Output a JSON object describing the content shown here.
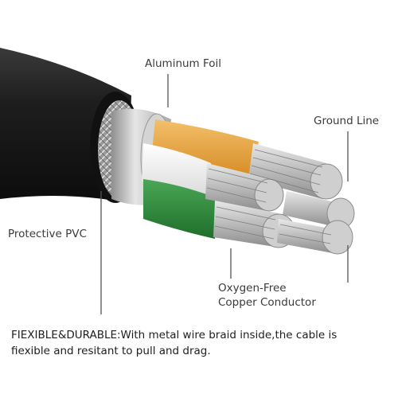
{
  "labels": {
    "aluminum_foil": "Aluminum Foil",
    "ground_line": "Ground Line",
    "protective_pvc": "Protective PVC",
    "oxygen_free_line1": "Oxygen-Free",
    "oxygen_free_line2": "Copper Conductor"
  },
  "caption": {
    "line1": "FIEXIBLE&DURABLE:With metal wire braid inside,the cable is",
    "line2": "fiexible and resitant to pull and drag."
  },
  "colors": {
    "jacket": "#1c1c1c",
    "foil": "#c8c8c8",
    "wire_orange": "#e9a23b",
    "wire_white": "#f2f2f2",
    "wire_green": "#2f8d3c",
    "conductor": "#b8b8b8",
    "leader": "#555555"
  }
}
